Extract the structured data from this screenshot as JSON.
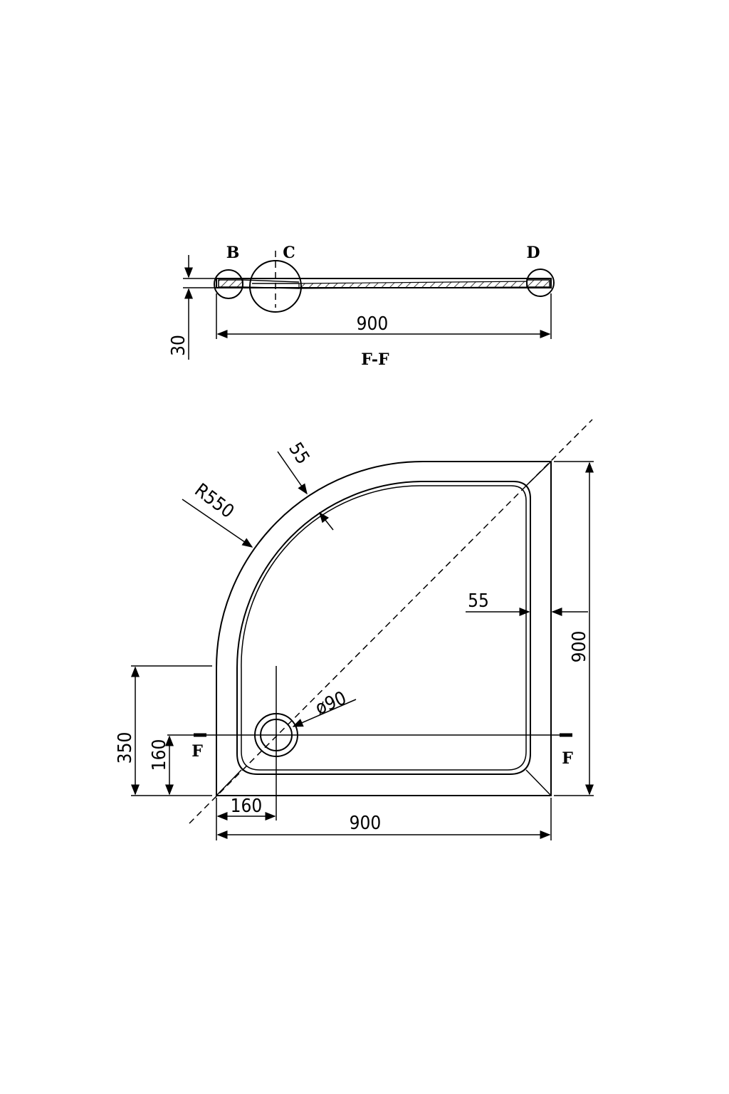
{
  "section_view": {
    "labels": {
      "b": "B",
      "c": "C",
      "d": "D"
    },
    "width_label": "900",
    "height_label": "30",
    "caption": "F-F"
  },
  "plan_view": {
    "radius_label": "R550",
    "rim_top_label": "55",
    "rim_side_label": "55",
    "drain_label": "ø90",
    "height_label": "900",
    "drain_offset_y_label": "160",
    "curve_start_label": "350",
    "drain_offset_x_label": "160",
    "width_label": "900",
    "section_mark_left": "F",
    "section_mark_right": "F"
  }
}
